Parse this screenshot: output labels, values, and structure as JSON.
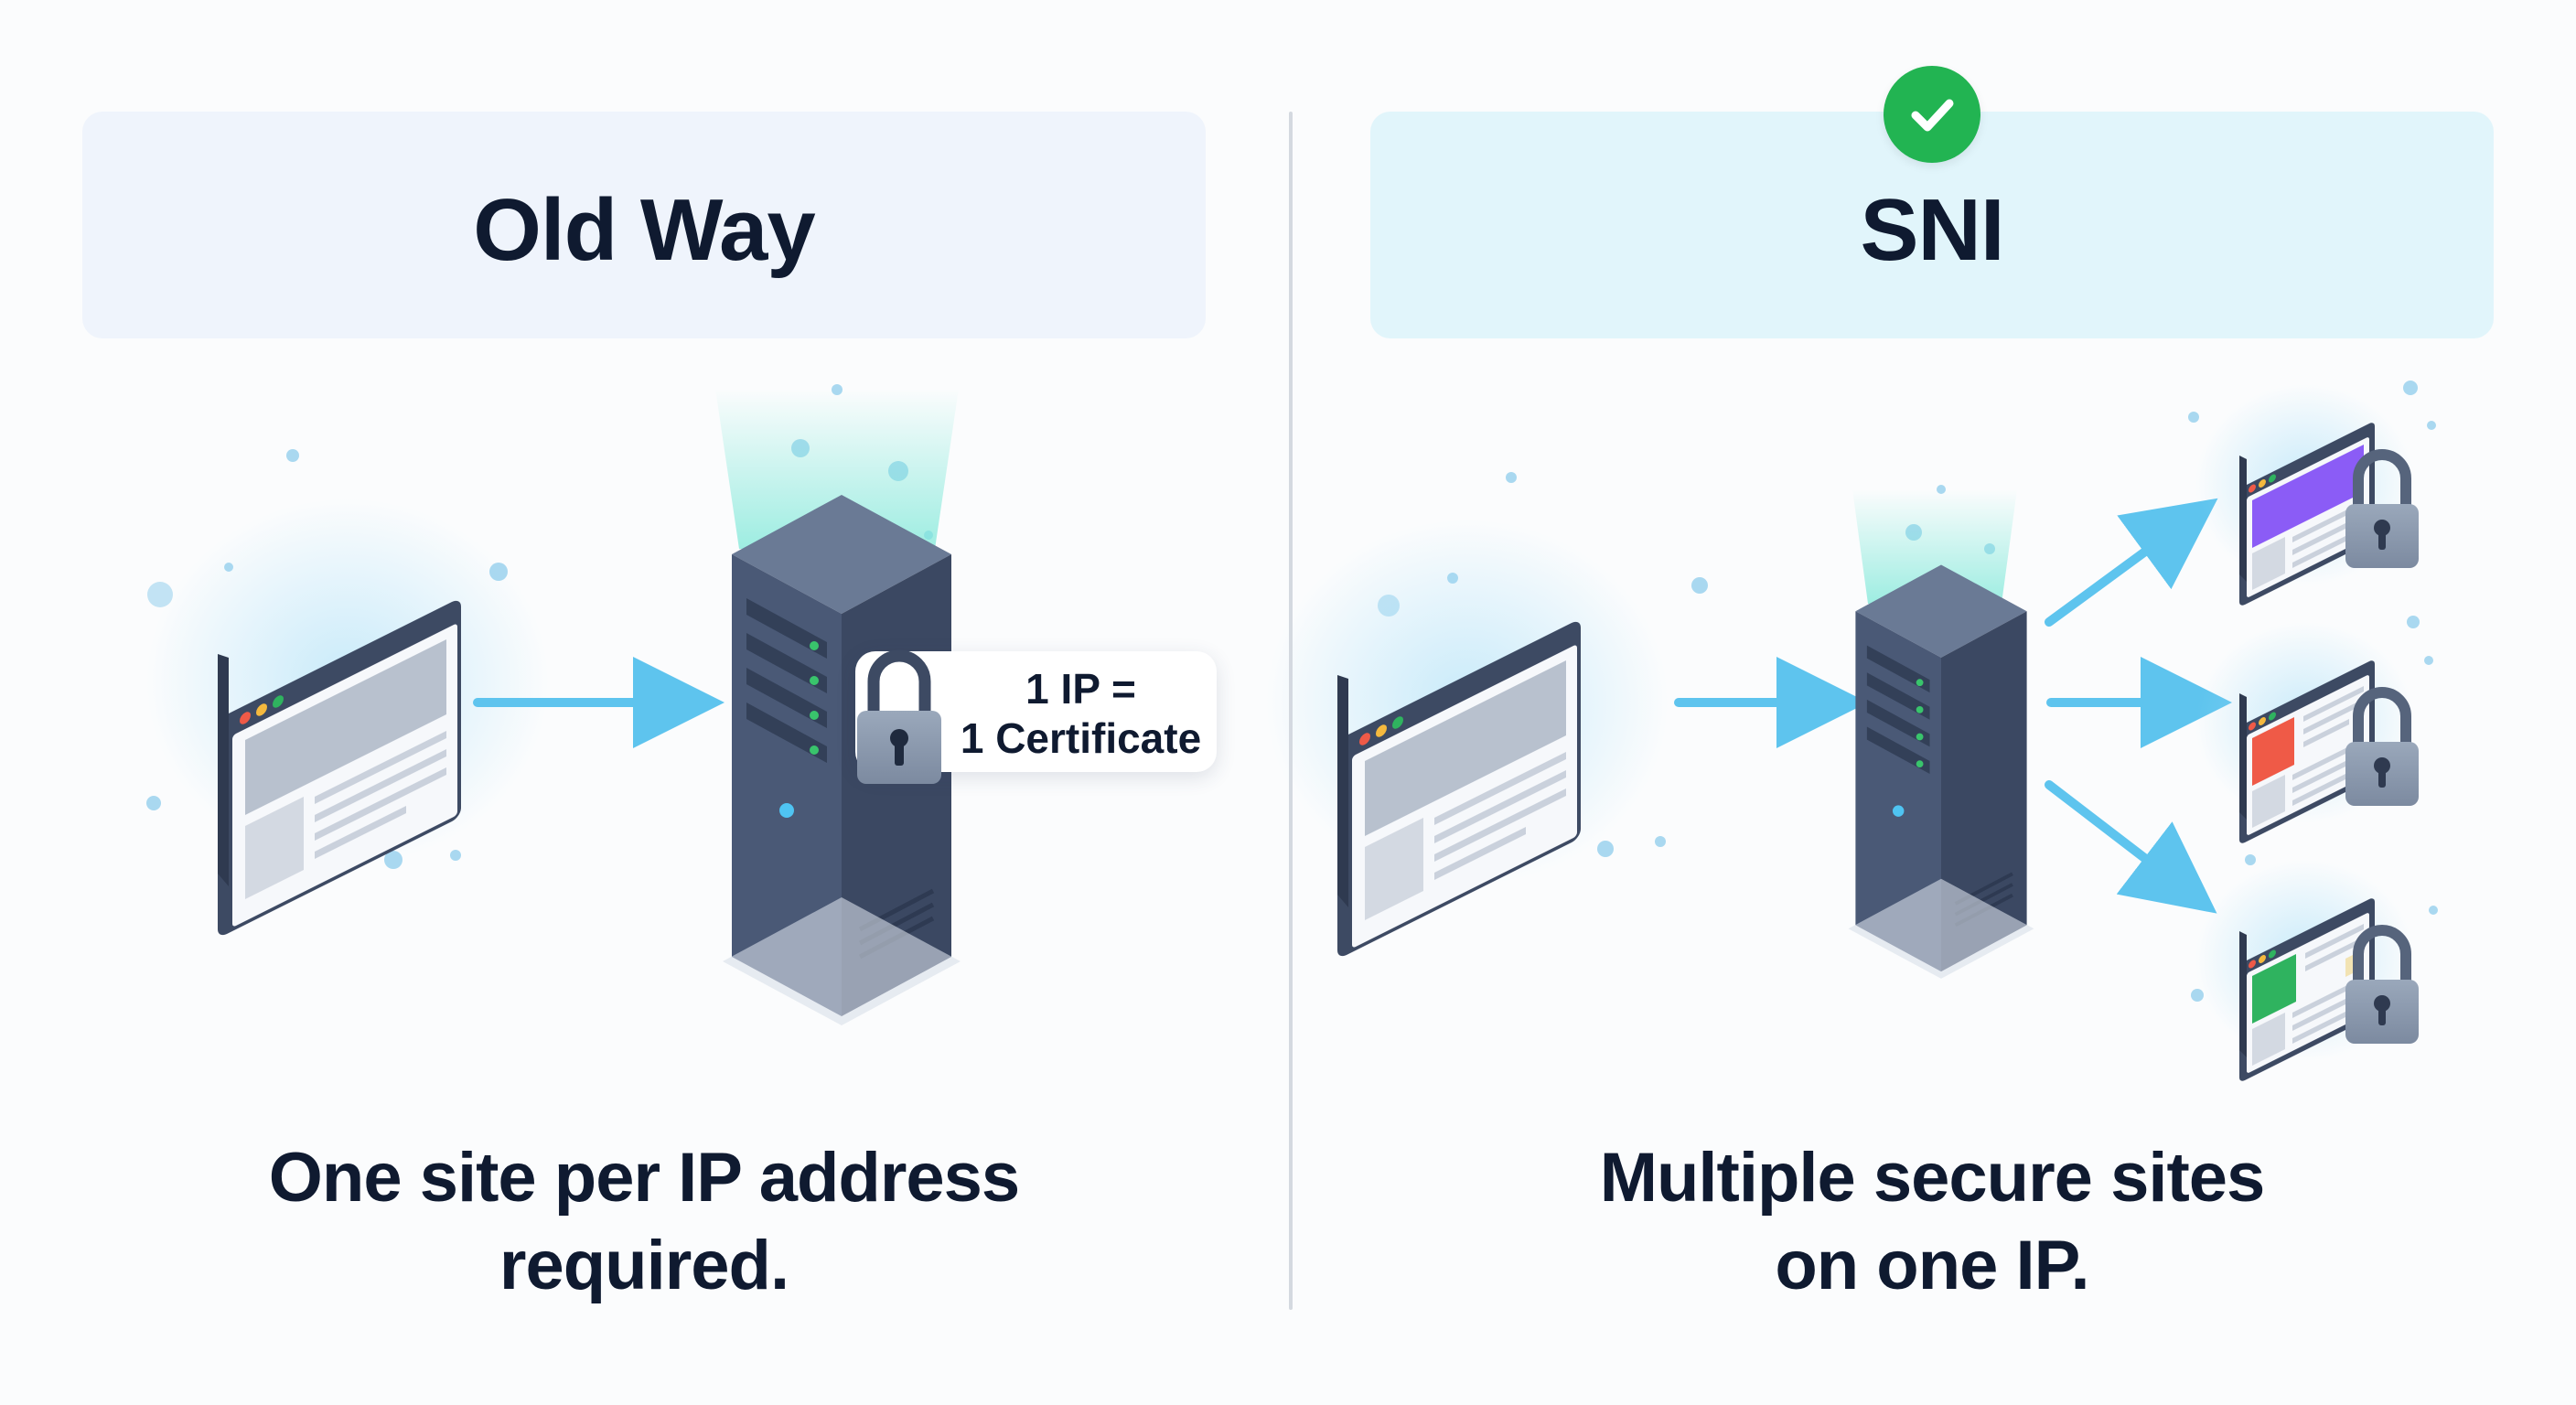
{
  "left_panel": {
    "title": "Old Way",
    "certificate_label": {
      "line1": "1 IP =",
      "line2": "1 Certificate"
    },
    "caption": {
      "line1": "One site per IP address",
      "line2": "required."
    }
  },
  "right_panel": {
    "title": "SNI",
    "caption": {
      "line1": "Multiple secure sites",
      "line2": "on one IP."
    }
  },
  "colors": {
    "arrow": "#5ec4ee",
    "server": "#4f5f7c",
    "check": "#22b452",
    "site_purple": "#8b5cf6",
    "site_red": "#ef5a47",
    "site_green": "#2fb35f",
    "text": "#0f1a30"
  },
  "icons": [
    "browser-window-icon",
    "server-icon",
    "padlock-icon",
    "check-icon",
    "arrow-icon"
  ]
}
